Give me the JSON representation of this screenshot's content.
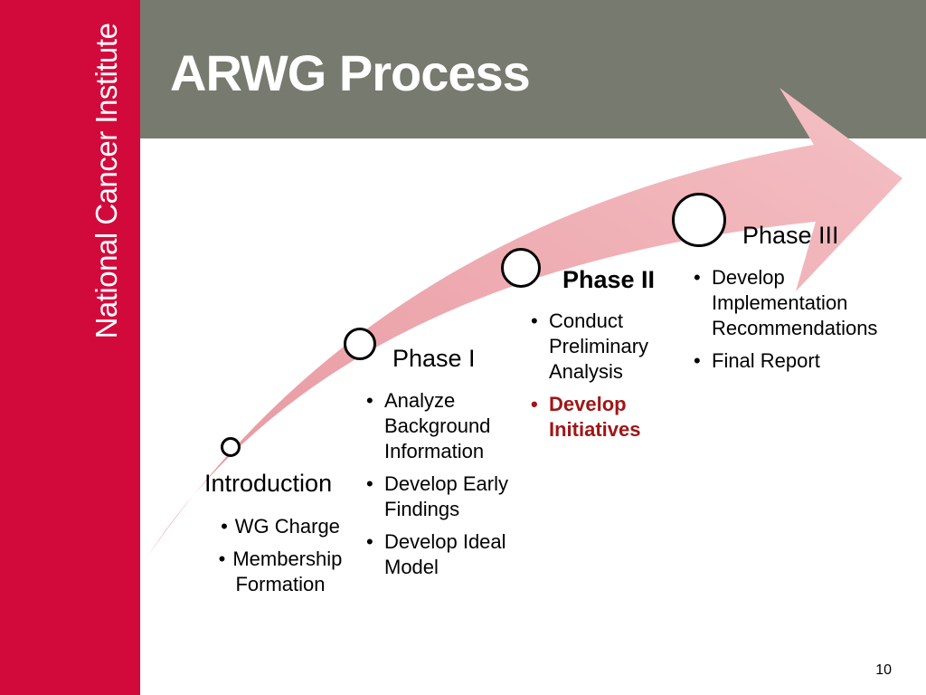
{
  "sidebar": {
    "label": "National Cancer Institute"
  },
  "header": {
    "title": "ARWG Process"
  },
  "colors": {
    "sidebar": "#d20a3c",
    "header": "#777a6f",
    "arrow": "#f2b7bd",
    "highlight": "#a01616"
  },
  "phases": [
    {
      "title": "Introduction",
      "items": [
        "WG Charge",
        "Membership Formation"
      ]
    },
    {
      "title": "Phase I",
      "items": [
        "Analyze Background Information",
        "Develop Early Findings",
        "Develop Ideal Model"
      ]
    },
    {
      "title": "Phase II",
      "items": [
        "Conduct Preliminary Analysis",
        "Develop Initiatives"
      ]
    },
    {
      "title": "Phase III",
      "items": [
        "Develop Implementation Recommendations",
        "Final Report"
      ]
    }
  ],
  "footer": {
    "page_number": "10"
  }
}
